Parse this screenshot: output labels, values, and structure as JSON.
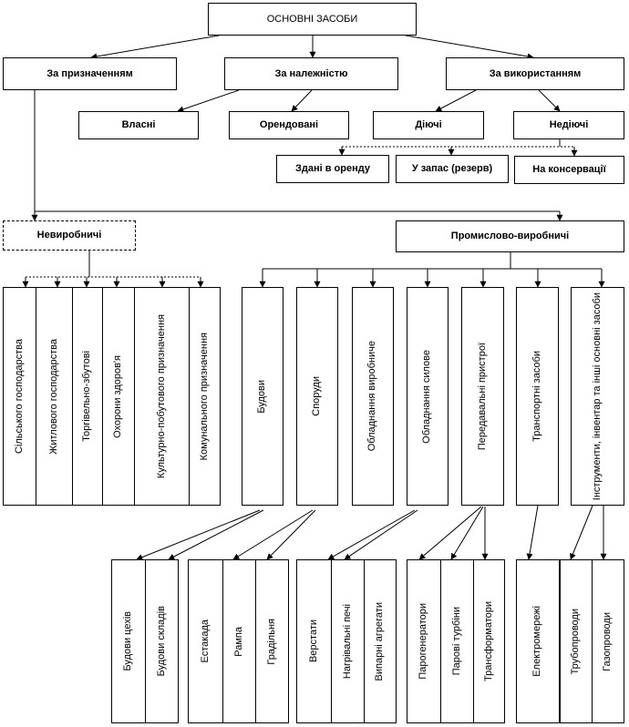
{
  "root": {
    "label": "ОСНОВНІ ЗАСОБИ"
  },
  "level1": {
    "purpose": "За призначенням",
    "ownership": "За належністю",
    "usage": "За використанням"
  },
  "ownership_items": [
    "Власні",
    "Орендовані"
  ],
  "usage_items": [
    "Діючі",
    "Недіючі"
  ],
  "inactive_items": [
    "Здані в оренду",
    "У запас (резерв)",
    "На консервації"
  ],
  "purpose_groups": {
    "nonproductive": "Невиробничі",
    "industrial": "Промислово-виробничі"
  },
  "nonproductive_items": [
    "Сільського господарства",
    "Житлового господарства",
    "Торгівельно-збутові",
    "Охорони здоров'я",
    "Культурно-побутового призначення",
    "Комунального призначення"
  ],
  "industrial_items": [
    "Будови",
    "Споруди",
    "Обладнання виробниче",
    "Обладнання силове",
    "Передавальні пристрої",
    "Транспортні засоби",
    "Інструменти, інвентар та інші основні засоби"
  ],
  "bottom_groups": [
    [
      "Будови цехів",
      "Будови складів"
    ],
    [
      "Естакада",
      "Рампа",
      "Градільня"
    ],
    [
      "Верстати",
      "Нагрівальні печі",
      "Випарні агрегати"
    ],
    [
      "Парогенератори",
      "Парові турбіни",
      "Трансформатори"
    ],
    [
      "Електромережі"
    ],
    [
      "Трубопроводи",
      "Газопроводи"
    ]
  ]
}
